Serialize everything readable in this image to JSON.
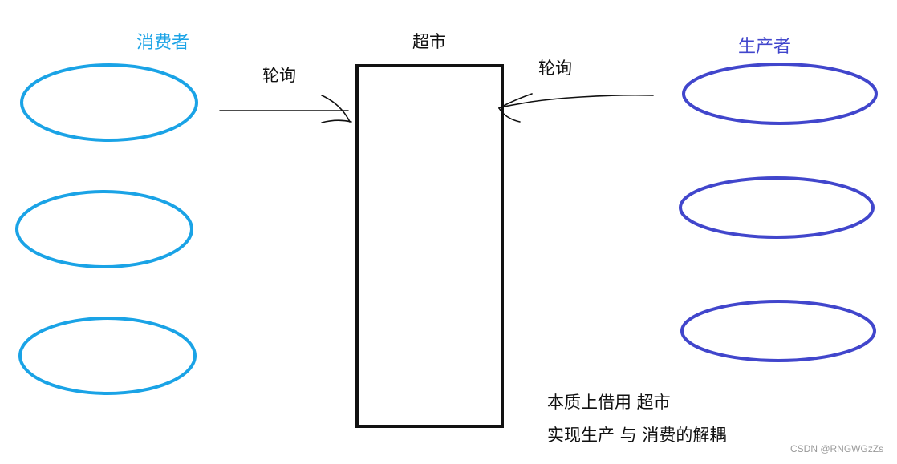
{
  "colors": {
    "consumer": "#1aa3e6",
    "producer": "#4146cc",
    "ink": "#111111",
    "watermark": "#9a9a9a"
  },
  "consumer_group": {
    "title": "消费者",
    "count": 3
  },
  "producer_group": {
    "title": "生产者",
    "count": 3
  },
  "market": {
    "label": "超市"
  },
  "arrows": {
    "left_label": "轮询",
    "right_label": "轮询"
  },
  "note": {
    "line1": "本质上借用 超市",
    "line2": "实现生产 与 消费的解耦"
  },
  "watermark": "CSDN @RNGWGzZs"
}
